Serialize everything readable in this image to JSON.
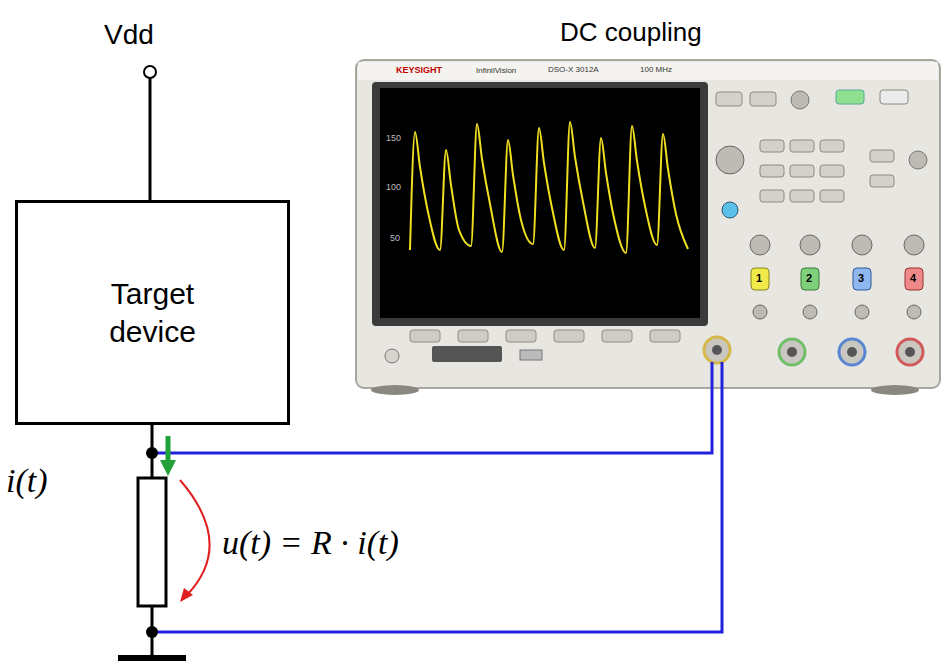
{
  "diagram": {
    "nodes": [
      {
        "text": [
          "Target device"
        ]
      }
    ],
    "labels": [
      "DC coupling",
      "Vdd",
      "i(t)",
      "u(t) = R · i(t)",
      "KEYSIGHT",
      "InfiniiVision",
      "DSO-X 3012A",
      "100 MHz",
      "150",
      "100",
      "50",
      "1",
      "2",
      "3",
      "4"
    ]
  }
}
